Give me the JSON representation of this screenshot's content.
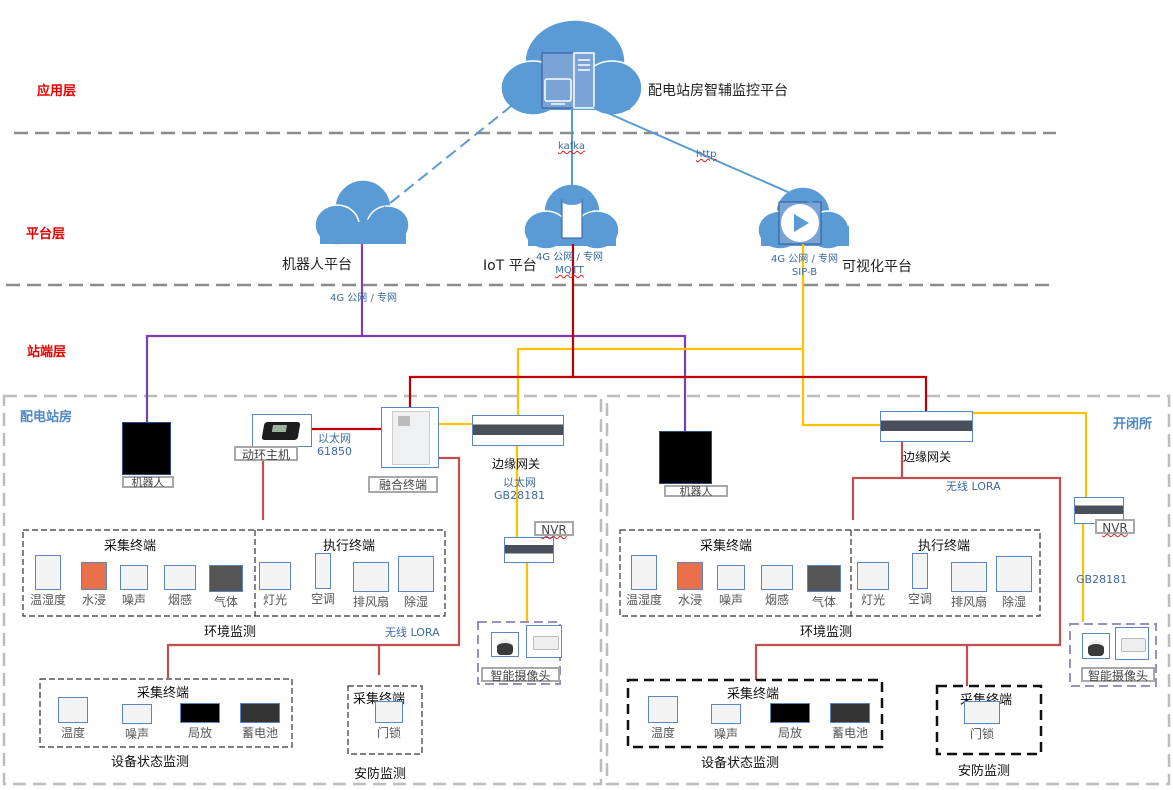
{
  "layers": {
    "app": "应用层",
    "platform": "平台层",
    "station": "站端层"
  },
  "top_platform": {
    "label": "配电站房智辅监控平台",
    "icon": "server-computer-icon"
  },
  "links": {
    "kafka": "kafka",
    "http": "http",
    "robot_net": "4G 公网 / 专网",
    "iot_net": "4G 公网 / 专网",
    "iot_proto": "MQTT",
    "vis_net": "4G 公网 / 专网",
    "vis_proto": "SIP-B",
    "eth1": "以太网",
    "eth1_proto": "61850",
    "eth2": "以太网",
    "eth2_proto": "GB28181",
    "lora_left": "无线 LORA",
    "lora_right": "无线 LORA",
    "gb_right": "GB28181"
  },
  "platforms": {
    "robot": "机器人平台",
    "iot": "IoT 平台",
    "vis": "可视化平台"
  },
  "colors": {
    "layer_label": "#e60000",
    "cloud": "#5b9bd5",
    "purple": "#7b3fb0",
    "yellow": "#ffc000",
    "red": "#c00000",
    "brick": "#c0504d",
    "link_text": "#3d6aa0"
  },
  "left_zone": {
    "title": "配电站房",
    "robot": "机器人",
    "env_host": "动环主机",
    "fusion": "融合终端",
    "gateway": "边缘网关",
    "nvr": "NVR",
    "camera": "智能摄像头",
    "env": {
      "collect_title": "采集终端",
      "exec_title": "执行终端",
      "collect": [
        "温湿度",
        "水浸",
        "噪声",
        "烟感",
        "气体"
      ],
      "exec": [
        "灯光",
        "空调",
        "排风扇",
        "除湿"
      ],
      "label": "环境监测"
    },
    "equip": {
      "title": "采集终端",
      "items": [
        "温度",
        "噪声",
        "局放",
        "蓄电池"
      ],
      "label": "设备状态监测"
    },
    "security": {
      "title": "采集终端",
      "items": [
        "门锁"
      ],
      "label": "安防监测"
    }
  },
  "right_zone": {
    "title": "开闭所",
    "robot": "机器人",
    "gateway": "边缘网关",
    "nvr": "NVR",
    "camera": "智能摄像头",
    "env": {
      "collect_title": "采集终端",
      "exec_title": "执行终端",
      "collect": [
        "温湿度",
        "水浸",
        "噪声",
        "烟感",
        "气体"
      ],
      "exec": [
        "灯光",
        "空调",
        "排风扇",
        "除湿"
      ],
      "label": "环境监测"
    },
    "equip": {
      "title": "采集终端",
      "items": [
        "温度",
        "噪声",
        "局放",
        "蓄电池"
      ],
      "label": "设备状态监测"
    },
    "security": {
      "title": "采集终端",
      "items": [
        "门锁"
      ],
      "label": "安防监测"
    }
  }
}
